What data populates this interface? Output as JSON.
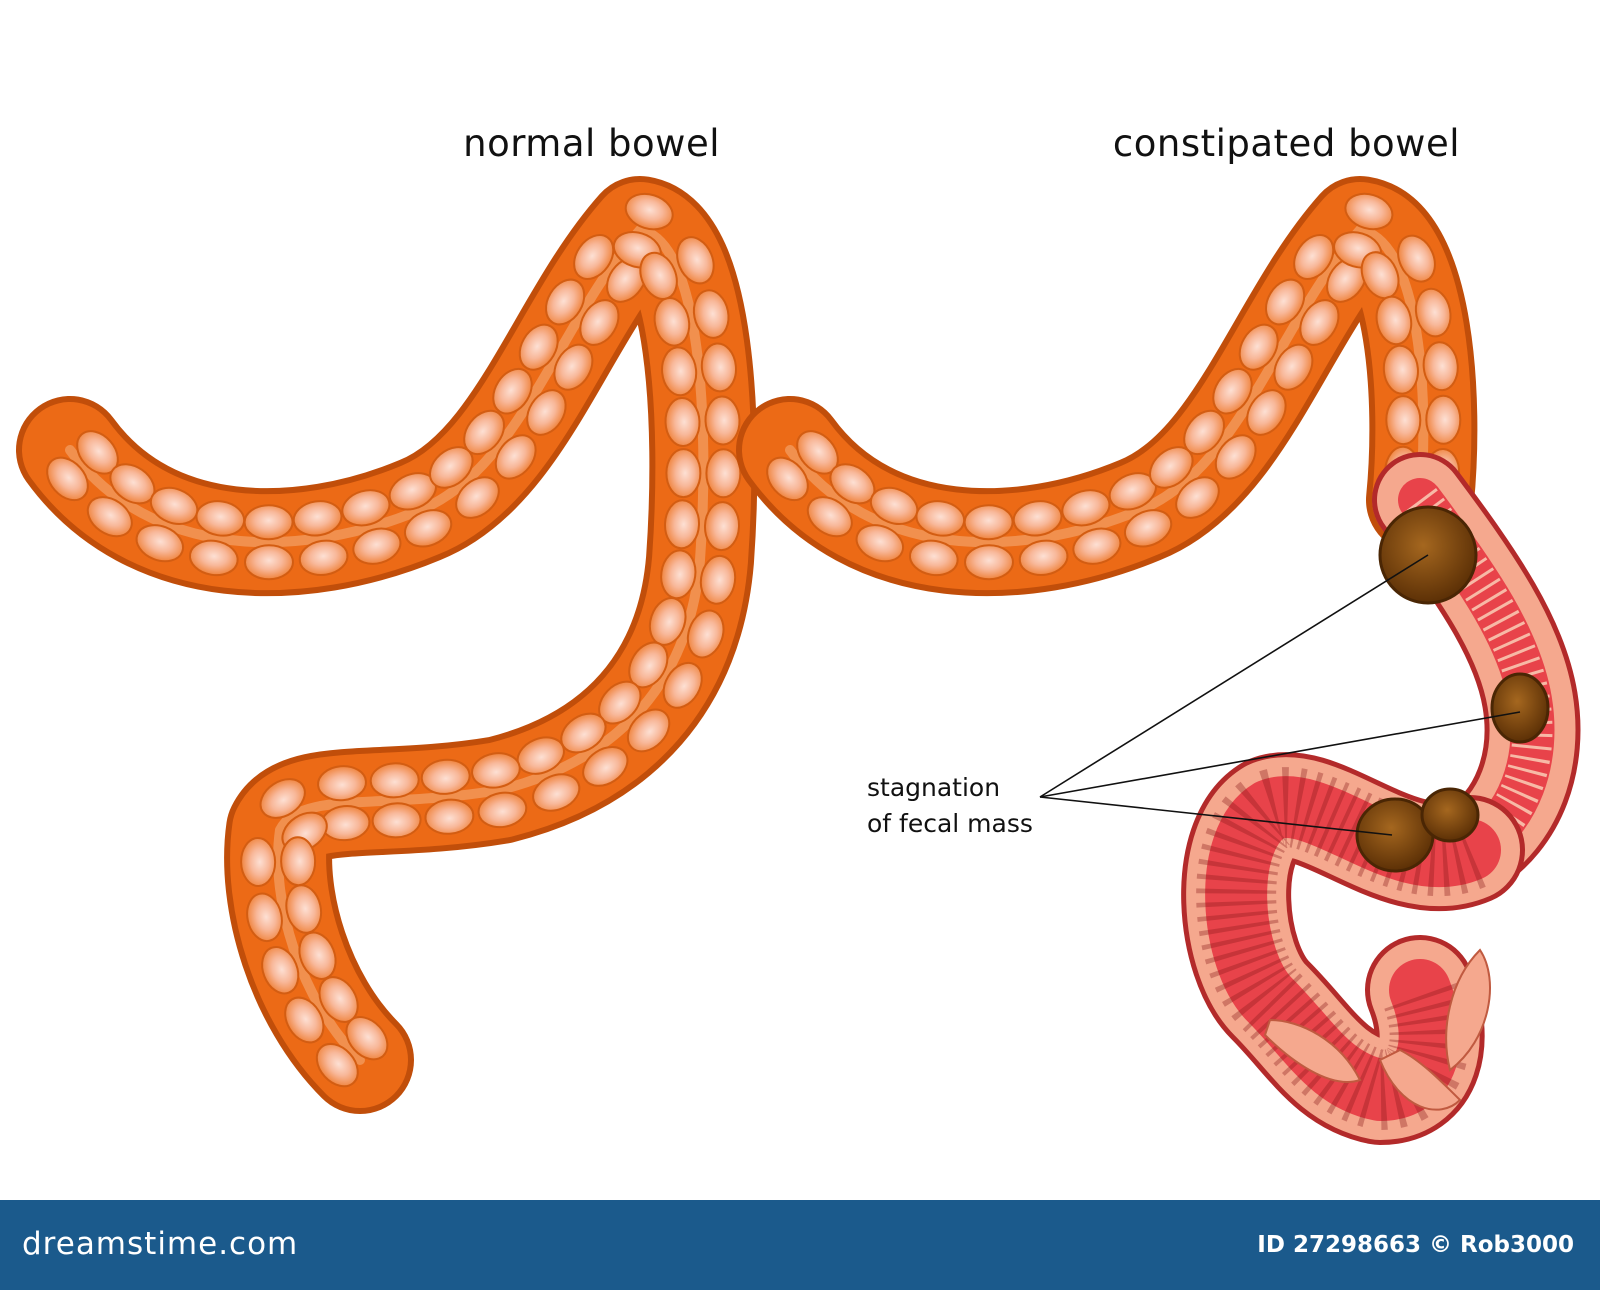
{
  "titles": {
    "normal": "normal bowel",
    "constipated": "constipated bowel"
  },
  "callout": {
    "line1": "stagnation",
    "line2": "of fecal mass"
  },
  "footer": {
    "brand": "dreamstime.com",
    "credit": "ID 27298663 © Rob3000"
  },
  "colors": {
    "bowel": "#ec6a16",
    "bowel_dark": "#c14e0a",
    "haustra_light": "#fbc4b2",
    "cut_wall": "#f5a88e",
    "inner_lining": "#e8434a",
    "fecal_mass": "#7a4410",
    "footer_bg": "#1b5a8c"
  }
}
